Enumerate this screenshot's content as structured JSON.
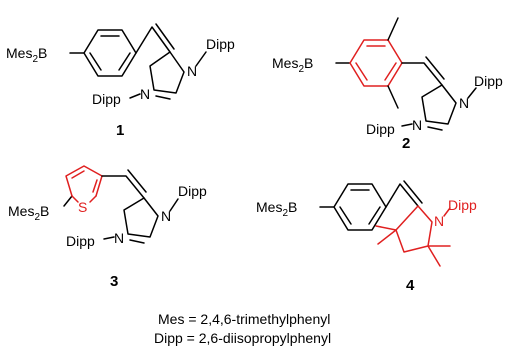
{
  "colors": {
    "bond": "#000000",
    "highlight": "#e02020",
    "background": "#ffffff"
  },
  "compounds": [
    {
      "number": "1",
      "boron_label": "Mes",
      "boron_sub": "2",
      "boron_atom": "B",
      "n1_label": "N",
      "n1_substituent": "Dipp",
      "n2_label": "N",
      "n2_substituent": "Dipp"
    },
    {
      "number": "2",
      "boron_label": "Mes",
      "boron_sub": "2",
      "boron_atom": "B",
      "n1_label": "N",
      "n1_substituent": "Dipp",
      "n2_label": "N",
      "n2_substituent": "Dipp"
    },
    {
      "number": "3",
      "boron_label": "Mes",
      "boron_sub": "2",
      "boron_atom": "B",
      "s_label": "S",
      "n1_label": "N",
      "n1_substituent": "Dipp",
      "n2_label": "N",
      "n2_substituent": "Dipp"
    },
    {
      "number": "4",
      "boron_label": "Mes",
      "boron_sub": "2",
      "boron_atom": "B",
      "n1_label": "N",
      "n1_substituent": "Dipp"
    }
  ],
  "legend": [
    "Mes = 2,4,6-trimethylphenyl",
    "Dipp = 2,6-diisopropylphenyl"
  ]
}
